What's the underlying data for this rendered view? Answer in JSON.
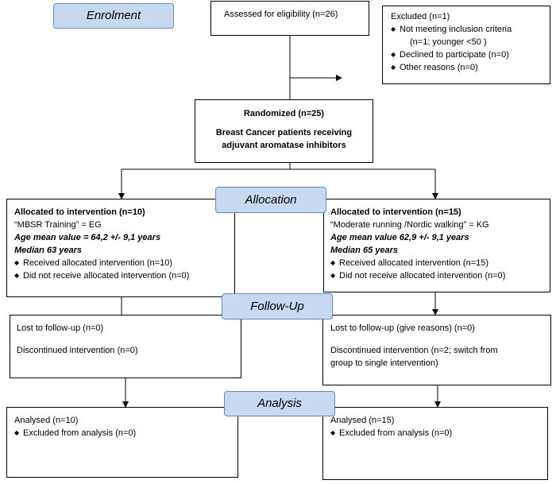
{
  "colors": {
    "stage_fill": "#c6d9f1",
    "stage_border": "#6f86b0",
    "line": "#000000"
  },
  "stages": {
    "enrolment": "Enrolment",
    "allocation": "Allocation",
    "followup": "Follow-Up",
    "analysis": "Analysis"
  },
  "assessed": "Assessed for eligibility (n=26)",
  "excluded": {
    "title": "Excluded (n=1)",
    "item1_line1": "Not meeting inclusion criteria",
    "item1_line2": "(n=1; younger <50 )",
    "item2": "Declined to participate (n=0)",
    "item3": "Other reasons (n=0)"
  },
  "randomized": {
    "title": "Randomized (n=25)",
    "line1": "Breast Cancer patients receiving",
    "line2": "adjuvant aromatase inhibitors"
  },
  "left_alloc": {
    "title": "Allocated to intervention (n=10)",
    "group": "“MBSR Training” = EG",
    "age": "Age mean value = 64,2 +/- 9,1 years",
    "median": "Median 63 years",
    "received": "Received allocated intervention (n=10)",
    "not_received": "Did not receive allocated intervention (n=0)"
  },
  "right_alloc": {
    "title": "Allocated to intervention (n=15)",
    "group": "“Moderate running /Nordic walking” = KG",
    "age": "Age mean value 62,9 +/- 9,1 years",
    "median": "Median 65 years",
    "received": "Received allocated intervention (n=15)",
    "not_received": "Did not receive allocated intervention  (n=0)"
  },
  "left_followup": {
    "lost": "Lost to follow-up (n=0)",
    "discontinued": "Discontinued intervention (n=0)"
  },
  "right_followup": {
    "lost": "Lost to follow-up (give reasons) (n=0)",
    "discontinued_line1": "Discontinued intervention (n=2; switch from",
    "discontinued_line2": "group to single intervention)"
  },
  "left_analysis": {
    "analysed": "Analysed (n=10)",
    "excluded": "Excluded from analysis (n=0)"
  },
  "right_analysis": {
    "analysed": "Analysed (n=15)",
    "excluded": "Excluded from analysis (n=0)"
  },
  "bullet": "◆"
}
